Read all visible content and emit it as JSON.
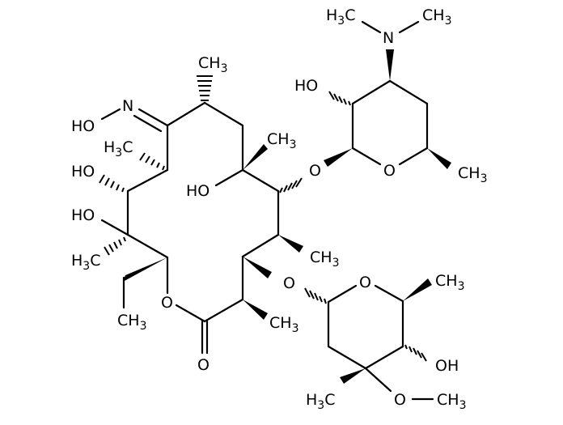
{
  "diagram": {
    "type": "chemical-structure",
    "name": "macrolide-oxime-structure",
    "colors": {
      "bond": "#000000",
      "label": "#000000",
      "background": "#ffffff"
    },
    "labels": {
      "oxime_n": "N",
      "oxime_ho": "HO",
      "c10_ch3": "CH3",
      "c8_h3c": "H3C",
      "c11_ho": "HO",
      "c12_ho": "HO",
      "c12_h3c": "H3C",
      "ethyl_ch3": "CH3",
      "ring_o_ester": "O",
      "carbonyl_o": "O",
      "c2_ch3": "CH3",
      "c4_ch3": "CH3",
      "c6_ch3": "CH3",
      "c6_ho": "HO",
      "c5_o": "O",
      "c3_o": "O",
      "desosamine_n": "N",
      "desosamine_nme_left": "H3C",
      "desosamine_nme_right": "CH3",
      "desosamine_ho": "HO",
      "desosamine_ring_o": "O",
      "desosamine_ch3": "CH3",
      "cladinose_ring_o": "O",
      "cladinose_ch3": "CH3",
      "cladinose_oh": "OH",
      "cladinose_h3c": "H3C",
      "cladinose_ome_o": "O",
      "cladinose_ome_ch3": "CH3"
    }
  }
}
